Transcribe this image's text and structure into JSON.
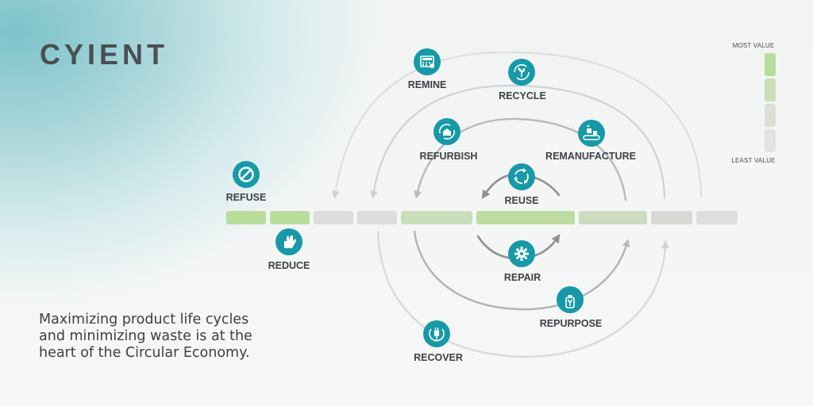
{
  "brand": {
    "logo_text": "CYIENT"
  },
  "tagline": {
    "lines": [
      "Maximizing product life cycles",
      "and minimizing waste is at the",
      "heart of the Circular Economy."
    ]
  },
  "legend": {
    "top_label": "MOST VALUE",
    "bottom_label": "LEAST VALUE"
  },
  "stages": {
    "refuse": "REFUSE",
    "reduce": "REDUCE",
    "remine": "REMINE",
    "recycle": "RECYCLE",
    "refurbish": "REFURBISH",
    "remanufacture": "REMANUFACTURE",
    "reuse": "REUSE",
    "repair": "REPAIR",
    "repurpose": "REPURPOSE",
    "recover": "RECOVER"
  },
  "icons": {
    "refuse": "prohibited-icon",
    "reduce": "hand-icon",
    "remine": "calculator-icon",
    "recycle": "recycle-plant-icon",
    "refurbish": "house-refresh-icon",
    "remanufacture": "conveyor-icon",
    "reuse": "reuse-arrows-icon",
    "repair": "gear-icon",
    "repurpose": "bottle-plant-icon",
    "recover": "plug-icon"
  },
  "colors": {
    "teal": "#1799a8",
    "green_bright": "#b9de9c",
    "green_mid": "#c8dfb8",
    "green_pale": "#d5e3cc",
    "gray_segment": "#dddfdf",
    "arrow_light": "#d6d8d9",
    "arrow_dark": "#9c9fa1",
    "text_dark": "#3d4144"
  }
}
